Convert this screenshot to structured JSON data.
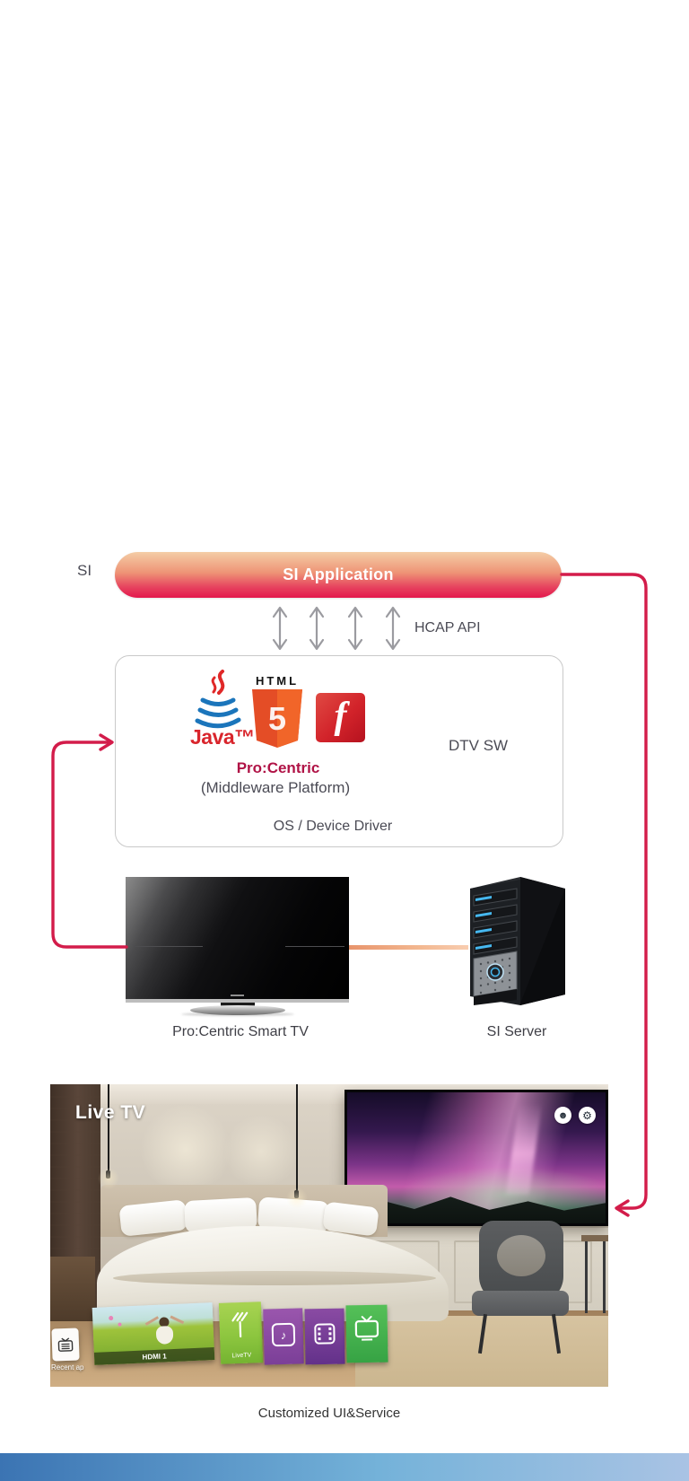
{
  "page": {
    "si_label": "SI",
    "caption": "Customized UI&Service"
  },
  "si_bar": {
    "title": "SI Application"
  },
  "hcap": {
    "label": "HCAP API"
  },
  "dtv_box": {
    "dtv_sw": "DTV SW",
    "os_layer": "OS / Device Driver",
    "platform_name": "Pro:Centric",
    "platform_sub": "(Middleware Platform)",
    "java_wordmark": "Java™",
    "html_wordmark": "HTML",
    "html5_numeral": "5",
    "flash_letter": "f"
  },
  "devices": {
    "tv_label": "Pro:Centric Smart TV",
    "server_label": "SI Server"
  },
  "tv_ui": {
    "header": "Live TV",
    "recent_label": "Recent ap",
    "hdmi_label": "HDMI 1",
    "livetv_label": "LiveTV",
    "user_icon_glyph": "☻",
    "gear_icon_glyph": "⚙",
    "music_icon_glyph": "♪"
  },
  "colors": {
    "accent_crimson": "#d31c4a",
    "bar_gradient_top": "#f4cda6",
    "bar_gradient_bottom": "#e3164c",
    "arrow_gray": "#9b9ba0",
    "procentric_red": "#b01346",
    "html5_orange": "#e44d26",
    "flash_red": "#d2232a",
    "java_blue": "#1b75bb",
    "java_red": "#e02828",
    "link_orange": "#ec9b73",
    "card_green": "#8dc63f",
    "card_purple": "#7b3f98",
    "card_kelly": "#3eb649"
  }
}
